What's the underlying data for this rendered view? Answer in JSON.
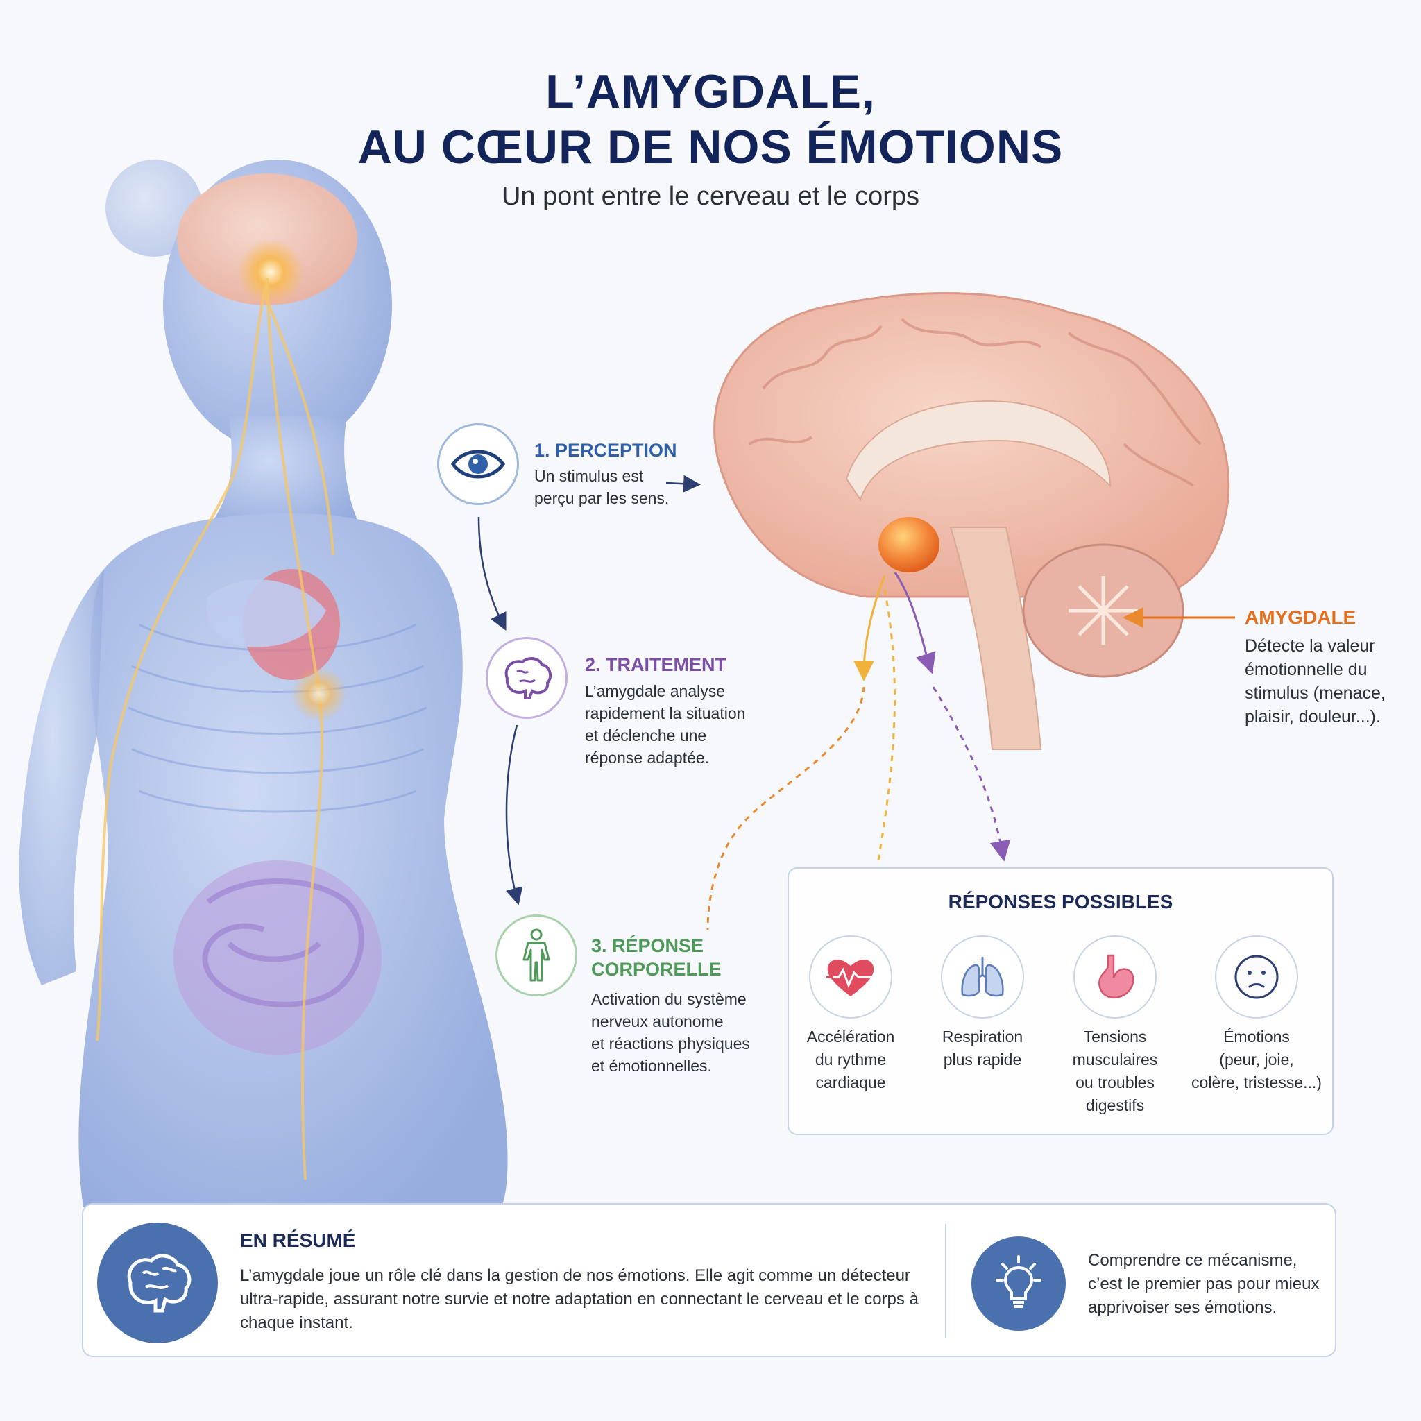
{
  "title": {
    "line1": "L’AMYGDALE,",
    "line2": "AU CŒUR DE NOS ÉMOTIONS"
  },
  "subtitle": "Un pont entre le cerveau et le corps",
  "steps": [
    {
      "title": "1. PERCEPTION",
      "text": [
        "Un stimulus est",
        "perçu par les sens."
      ],
      "color": "#2f5fa8",
      "icon": "eye-icon"
    },
    {
      "title": "2. TRAITEMENT",
      "text": [
        "L’amygdale analyse",
        "rapidement la situation",
        "et déclenche une",
        "réponse adaptée."
      ],
      "color": "#7b4fa6",
      "icon": "brain-icon"
    },
    {
      "title_lines": [
        "3. RÉPONSE",
        "CORPORELLE"
      ],
      "text": [
        "Activation du système",
        "nerveux autonome",
        "et réactions physiques",
        "et émotionnelles."
      ],
      "color": "#4f9a5a",
      "icon": "person-icon"
    }
  ],
  "amygdale": {
    "title": "AMYGDALE",
    "text": "Détecte la valeur émotionnelle du stimulus (menace, plaisir, douleur...).",
    "color": "#e46f1c"
  },
  "responses": {
    "title": "RÉPONSES POSSIBLES",
    "items": [
      {
        "label": [
          "Accélération",
          "du rythme",
          "cardiaque"
        ],
        "icon": "heart-icon"
      },
      {
        "label": [
          "Respiration",
          "plus rapide"
        ],
        "icon": "lungs-icon"
      },
      {
        "label": [
          "Tensions",
          "musculaires",
          "ou troubles",
          "digestifs"
        ],
        "icon": "stomach-icon"
      },
      {
        "label": [
          "Émotions",
          "(peur, joie,",
          "colère, tristesse...)"
        ],
        "icon": "sad-face-icon"
      }
    ]
  },
  "summary": {
    "title": "EN RÉSUMÉ",
    "text": "L’amygdale joue un rôle clé dans la gestion de nos émotions. Elle agit comme un détecteur ultra-rapide, assurant notre survie et notre adaptation en connectant le cerveau et le corps à chaque instant.",
    "tip": "Comprendre ce mécanisme, c’est le premier pas pour mieux apprivoiser ses émotions."
  },
  "colors": {
    "navy": "#13245a",
    "accent_blue": "#4a71ad",
    "brain_pink": "#f2c4b3",
    "glow": "#f7a23a"
  }
}
